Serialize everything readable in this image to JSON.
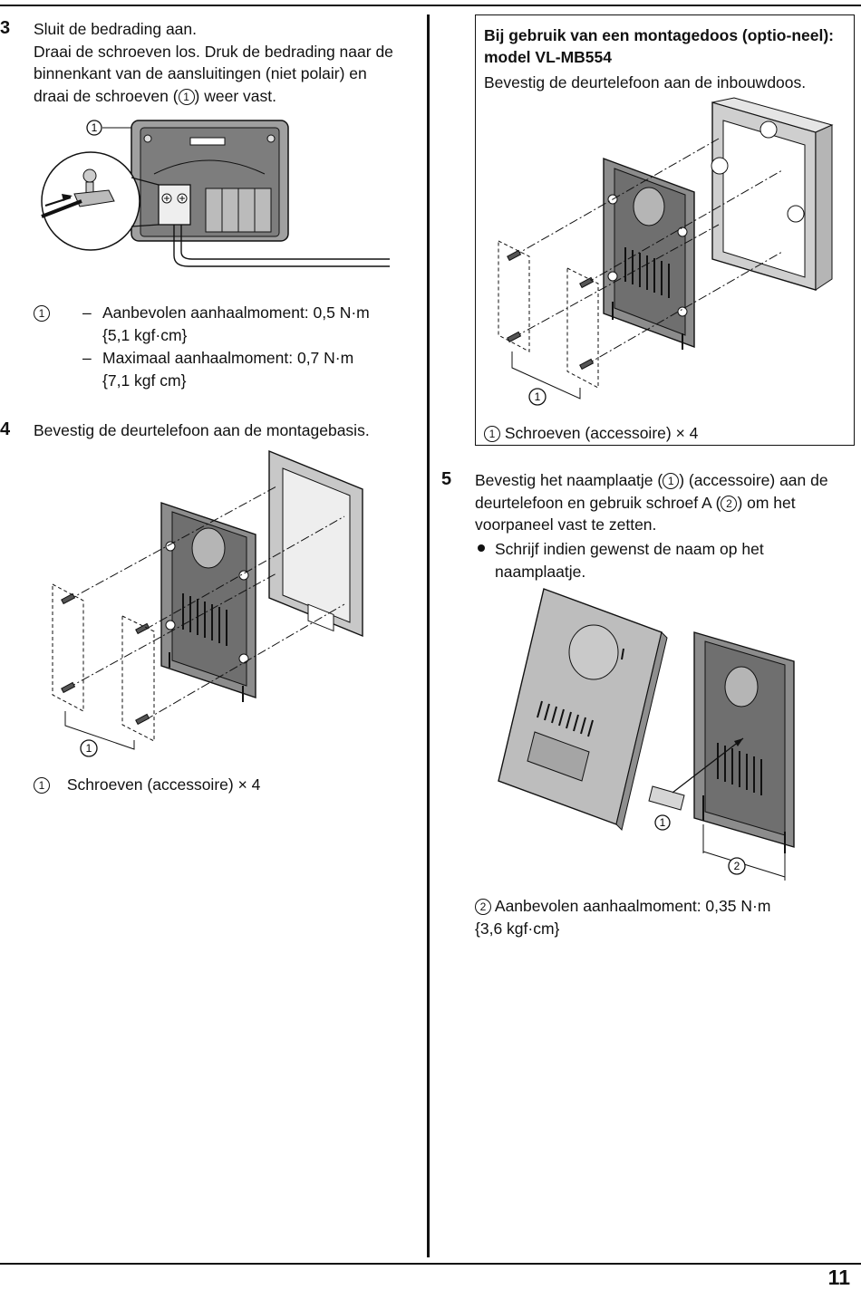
{
  "page": {
    "number": "11"
  },
  "step3": {
    "number": "3",
    "lines": [
      "Sluit de bedrading aan.",
      "Draai de schroeven los. Druk de bedrading naar de",
      "binnenkant van de aansluitingen (niet polair) en"
    ],
    "line4_pre": "draai de schroeven (",
    "line4_post": ") weer vast.",
    "callout": "1",
    "torque_marker": "1",
    "torque": [
      {
        "dash": "–",
        "text": "Aanbevolen aanhaalmoment: 0,5 N·m"
      },
      {
        "dash": "",
        "text": "{5,1 kgf·cm}"
      },
      {
        "dash": "–",
        "text": "Maximaal aanhaalmoment: 0,7 N·m"
      },
      {
        "dash": "",
        "text": "{7,1 kgf cm}"
      }
    ]
  },
  "step4": {
    "number": "4",
    "text": "Bevestig de deurtelefoon aan de montagebasis.",
    "callout": "1",
    "caption_marker": "1",
    "caption": "Schroeven (accessoire) × 4"
  },
  "note": {
    "title": "Bij gebruik van een montagedoos (optio-neel): model VL-MB554",
    "body": "Bevestig de deurtelefoon aan de inbouwdoos.",
    "callout": "1",
    "caption_marker": "1",
    "caption": "Schroeven (accessoire) × 4"
  },
  "step5": {
    "number": "5",
    "l1_pre": "Bevestig het naamplaatje (",
    "l1_marker": "1",
    "l1_post": ") (accessoire) aan de",
    "l2_pre": "deurtelefoon en gebruik schroef A (",
    "l2_marker": "2",
    "l2_post": ") om het",
    "l3": "voorpaneel vast te zetten.",
    "bullet_l1": "Schrijf indien gewenst de naam op het",
    "bullet_l2": "naamplaatje.",
    "callout1": "1",
    "callout2": "2",
    "caption_marker": "2",
    "caption_l1": "Aanbevolen aanhaalmoment: 0,35 N·m",
    "caption_l2": "{3,6 kgf·cm}"
  },
  "colors": {
    "ink": "#111111",
    "device_fill": "#8a8a8a",
    "panel_fill": "#b9b9b9",
    "plate_fill": "#a8a8a8"
  }
}
